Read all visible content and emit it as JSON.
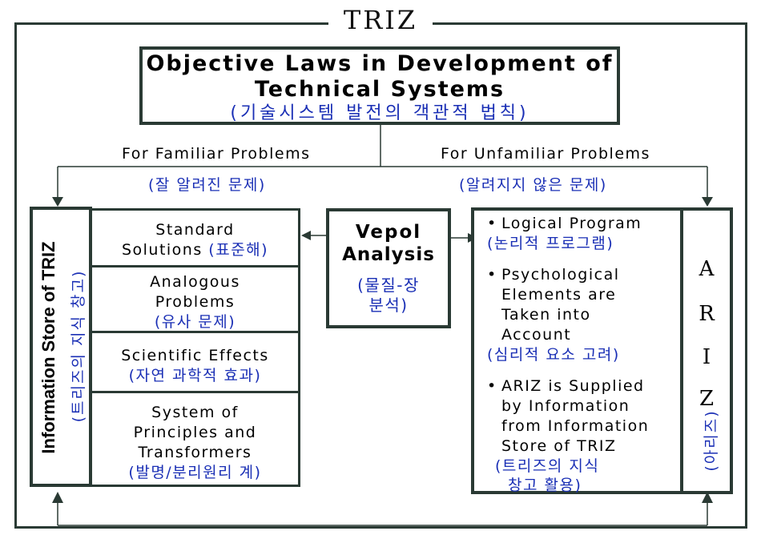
{
  "title": "TRIZ",
  "objective": {
    "line1": "Objective Laws in Development of",
    "line2": "Technical Systems",
    "korean": "(기술시스템 발전의 객관적 법칙)"
  },
  "familiar": {
    "en": "For Familiar Problems",
    "ko": "(잘 알려진 문제)"
  },
  "unfamiliar": {
    "en": "For Unfamiliar Problems",
    "ko": "(알려지지 않은 문제)"
  },
  "info_store": {
    "en": "Information Store of TRIZ",
    "ko": "(트리즈의 지식 창고)"
  },
  "cells": {
    "standard": {
      "line1": "Standard",
      "line2": "Solutions",
      "ko": "(표준해)"
    },
    "analogous": {
      "line1": "Analogous",
      "line2": "Problems",
      "ko": "(유사 문제)"
    },
    "scientific": {
      "line1": "Scientific Effects",
      "ko": "(자연 과학적 효과)"
    },
    "system": {
      "line1": "System of",
      "line2": "Principles and",
      "line3": "Transformers",
      "ko": "(발명/분리원리 계)"
    }
  },
  "vepol": {
    "line1": "Vepol",
    "line2": "Analysis",
    "ko1": "(물질-장",
    "ko2": "분석)"
  },
  "program": {
    "b1_line1": "Logical Program",
    "b1_ko": "(논리적 프로그램)",
    "b2_line1": "Psychological",
    "b2_line2": "Elements are",
    "b2_line3": "Taken into",
    "b2_line4": "Account",
    "b2_ko": "(심리적 요소 고려)",
    "b3_line1": "ARIZ is Supplied",
    "b3_line2": "by Information",
    "b3_line3": "from Information",
    "b3_line4": "Store of TRIZ",
    "b3_ko1": "(트리즈의 지식",
    "b3_ko2": "창고 활용)",
    "bullet": "•"
  },
  "ariz": {
    "l1": "A",
    "l2": "R",
    "l3": "I",
    "l4": "Z",
    "ko": "(아리즈)"
  },
  "colors": {
    "border": "#2a3a34",
    "korean": "#1a2fb5"
  }
}
